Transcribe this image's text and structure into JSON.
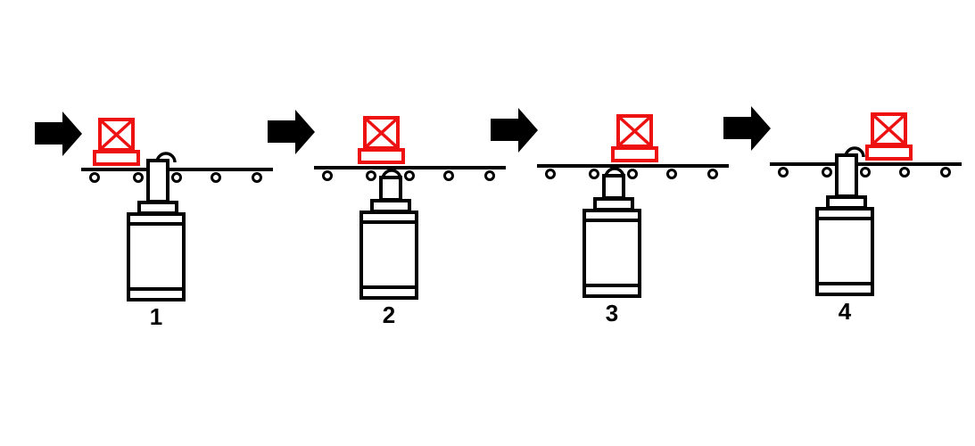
{
  "diagram": {
    "colors": {
      "ink": "#000000",
      "box": "#ee1111"
    },
    "panels": [
      {
        "label": "1",
        "box_position": "left",
        "rod": "raised"
      },
      {
        "label": "2",
        "box_position": "over-rod",
        "rod": "lowered"
      },
      {
        "label": "3",
        "box_position": "past-rod",
        "rod": "lowered"
      },
      {
        "label": "4",
        "box_position": "right",
        "rod": "raised"
      }
    ]
  }
}
